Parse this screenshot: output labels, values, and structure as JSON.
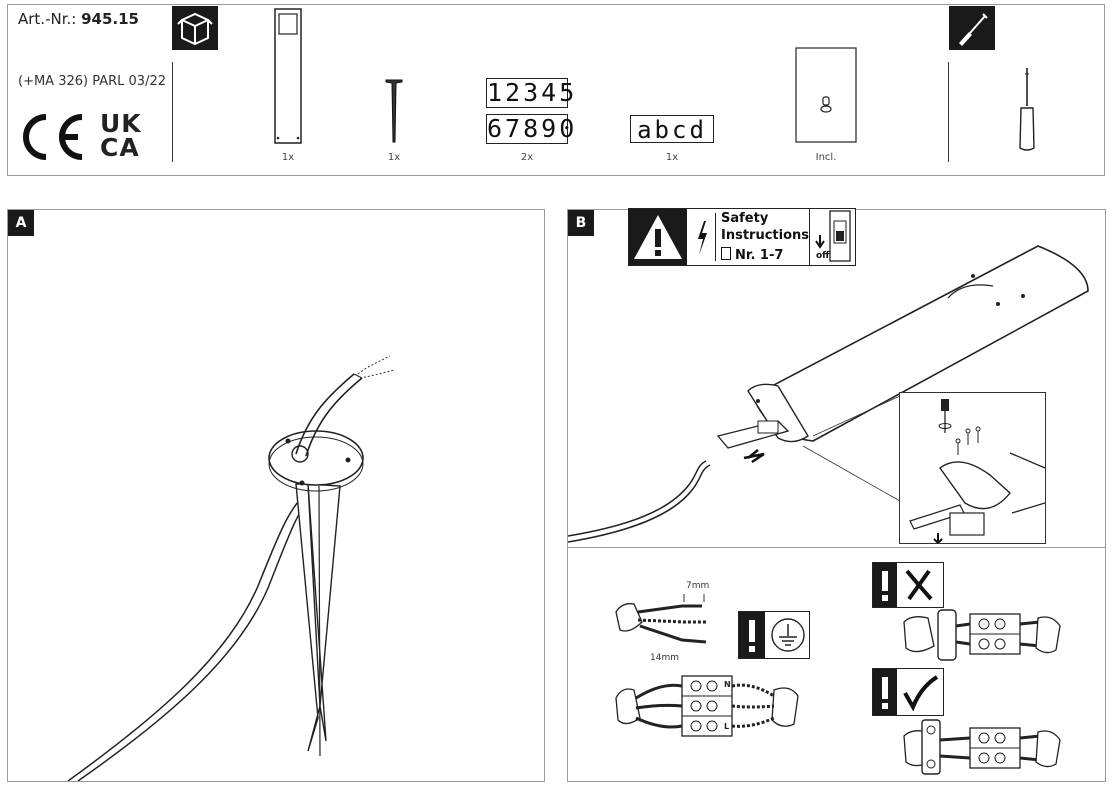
{
  "header": {
    "art_label": "Art.-Nr.:",
    "art_number": "945.15",
    "model_line": "(+MA 326) PARL 03/22",
    "ce_mark": "CE",
    "ukca_mark_top": "UK",
    "ukca_mark_bottom": "CA",
    "box_icon": "package-box-icon",
    "tool_icon": "screwdriver-icon"
  },
  "parts": [
    {
      "name": "bollard-lamp",
      "qty": "1x"
    },
    {
      "name": "ground-spike",
      "qty": "1x"
    },
    {
      "name": "number-stickers",
      "qty": "2x",
      "line1": "12345",
      "line2": "67890"
    },
    {
      "name": "letter-sticker",
      "qty": "1x",
      "text": "abcd"
    },
    {
      "name": "wall-plate",
      "qty": "Incl."
    }
  ],
  "section_a": {
    "tag": "A"
  },
  "section_b": {
    "tag": "B",
    "safety_title_1": "Safety",
    "safety_title_2": "Instructions",
    "safety_ref": "Nr. 1-7",
    "switch_label": "off"
  },
  "wiring": {
    "strip_short": "7mm",
    "strip_long": "14mm",
    "terminal_letters": [
      "N",
      "L"
    ]
  }
}
